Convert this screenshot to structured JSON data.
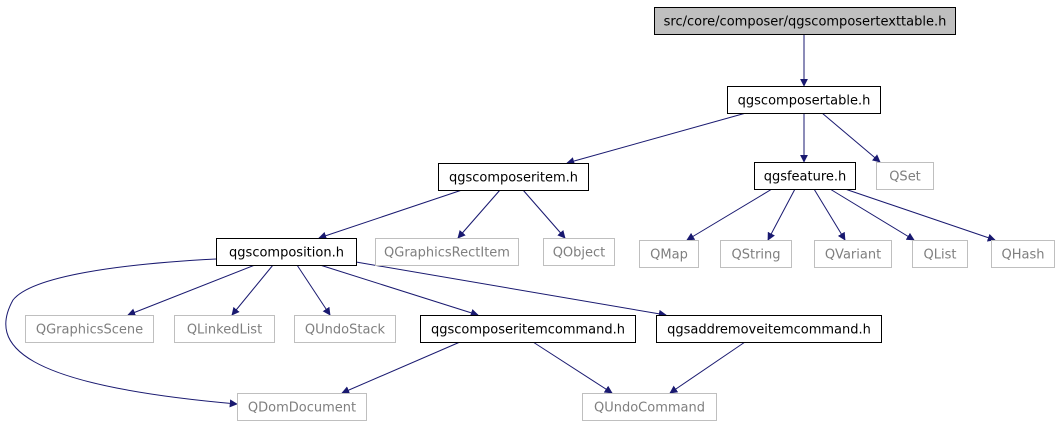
{
  "diagram": {
    "type": "include-dependency-graph",
    "colors": {
      "edge": "#191970",
      "root_fill": "#bfbfbf",
      "documented_border": "#000000",
      "external_border": "#bfbfbf",
      "external_text": "#7f7f7f"
    },
    "nodes": [
      {
        "id": "root",
        "label": "src/core/composer/qgscomposertexttable.h",
        "kind": "root"
      },
      {
        "id": "table",
        "label": "qgscomposertable.h",
        "kind": "documented"
      },
      {
        "id": "item",
        "label": "qgscomposeritem.h",
        "kind": "documented"
      },
      {
        "id": "feature",
        "label": "qgsfeature.h",
        "kind": "documented"
      },
      {
        "id": "qset",
        "label": "QSet",
        "kind": "external"
      },
      {
        "id": "composition",
        "label": "qgscomposition.h",
        "kind": "documented"
      },
      {
        "id": "qgrect",
        "label": "QGraphicsRectItem",
        "kind": "external"
      },
      {
        "id": "qobject",
        "label": "QObject",
        "kind": "external"
      },
      {
        "id": "qmap",
        "label": "QMap",
        "kind": "external"
      },
      {
        "id": "qstring",
        "label": "QString",
        "kind": "external"
      },
      {
        "id": "qvariant",
        "label": "QVariant",
        "kind": "external"
      },
      {
        "id": "qlist",
        "label": "QList",
        "kind": "external"
      },
      {
        "id": "qhash",
        "label": "QHash",
        "kind": "external"
      },
      {
        "id": "qgscene",
        "label": "QGraphicsScene",
        "kind": "external"
      },
      {
        "id": "qlinked",
        "label": "QLinkedList",
        "kind": "external"
      },
      {
        "id": "qundostack",
        "label": "QUndoStack",
        "kind": "external"
      },
      {
        "id": "itemcmd",
        "label": "qgscomposeritemcommand.h",
        "kind": "documented"
      },
      {
        "id": "addremove",
        "label": "qgsaddremoveitemcommand.h",
        "kind": "documented"
      },
      {
        "id": "qdom",
        "label": "QDomDocument",
        "kind": "external"
      },
      {
        "id": "qundocmd",
        "label": "QUndoCommand",
        "kind": "external"
      }
    ],
    "edges": [
      [
        "root",
        "table"
      ],
      [
        "table",
        "item"
      ],
      [
        "table",
        "feature"
      ],
      [
        "table",
        "qset"
      ],
      [
        "item",
        "composition"
      ],
      [
        "item",
        "qgrect"
      ],
      [
        "item",
        "qobject"
      ],
      [
        "feature",
        "qmap"
      ],
      [
        "feature",
        "qstring"
      ],
      [
        "feature",
        "qvariant"
      ],
      [
        "feature",
        "qlist"
      ],
      [
        "feature",
        "qhash"
      ],
      [
        "composition",
        "qdom"
      ],
      [
        "composition",
        "qgscene"
      ],
      [
        "composition",
        "qlinked"
      ],
      [
        "composition",
        "qundostack"
      ],
      [
        "composition",
        "itemcmd"
      ],
      [
        "composition",
        "addremove"
      ],
      [
        "itemcmd",
        "qdom"
      ],
      [
        "itemcmd",
        "qundocmd"
      ],
      [
        "addremove",
        "qundocmd"
      ]
    ]
  }
}
